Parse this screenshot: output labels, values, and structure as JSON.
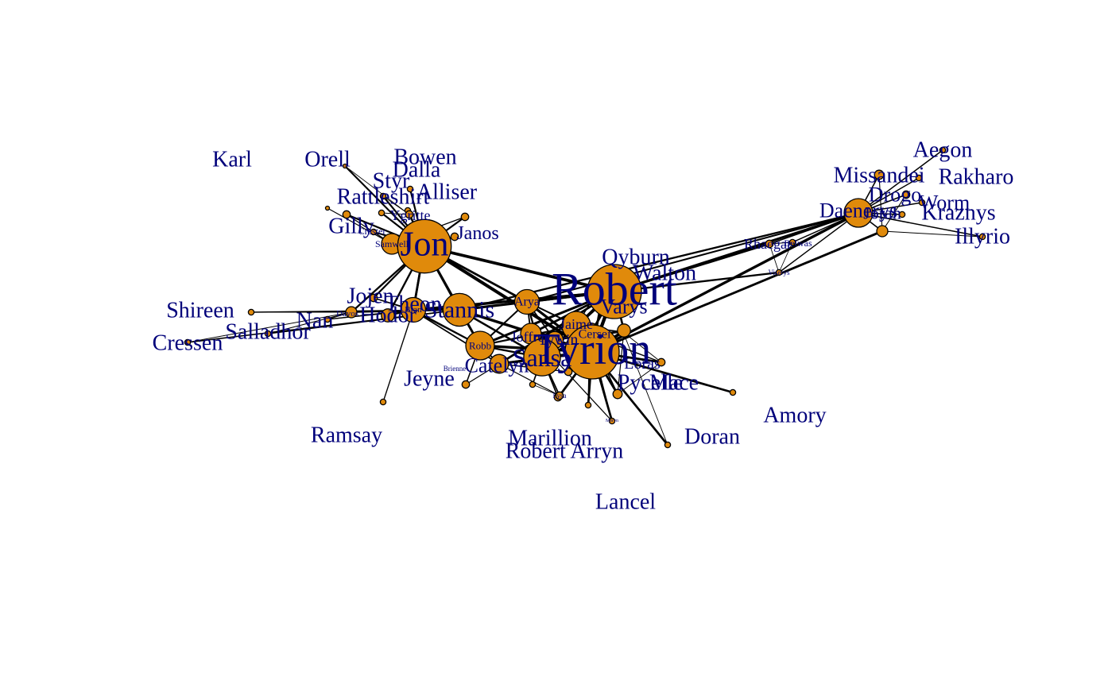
{
  "colors": {
    "node_fill": "#E08A0B",
    "node_stroke": "#000000",
    "label": "#00007A",
    "edge": "#000000",
    "background": "#FFFFFF"
  },
  "nodes": [
    {
      "id": "Tyrion",
      "label": "Tyrion",
      "degree": 36
    },
    {
      "id": "Robert",
      "label": "Robert",
      "degree": 30
    },
    {
      "id": "Jon",
      "label": "Jon",
      "degree": 26
    },
    {
      "id": "Daenerys",
      "label": "Daenerys",
      "degree": 14
    },
    {
      "id": "Sansa",
      "label": "Sansa",
      "degree": 18
    },
    {
      "id": "Stannis",
      "label": "Stannis",
      "degree": 16
    },
    {
      "id": "Theon",
      "label": "Theon",
      "degree": 12
    },
    {
      "id": "Jaime",
      "label": "Jaime",
      "degree": 14
    },
    {
      "id": "Robb",
      "label": "Robb",
      "degree": 14
    },
    {
      "id": "Samwell",
      "label": "Samwell",
      "degree": 10
    },
    {
      "id": "Cersei",
      "label": "Cersei",
      "degree": 12
    },
    {
      "id": "Arya",
      "label": "Arya",
      "degree": 12
    },
    {
      "id": "Bran",
      "label": "Bran",
      "degree": 10
    },
    {
      "id": "Joffrey",
      "label": "Joffrey",
      "degree": 10
    },
    {
      "id": "Catelyn",
      "label": "Catelyn",
      "degree": 9
    },
    {
      "id": "Tywin",
      "label": "Tywin",
      "degree": 8
    },
    {
      "id": "Hodor",
      "label": "Hodor",
      "degree": 6
    },
    {
      "id": "Varys",
      "label": "Varys",
      "degree": 6
    },
    {
      "id": "Qyburn",
      "label": "Qyburn",
      "degree": 4
    },
    {
      "id": "Walton",
      "label": "Walton",
      "degree": 3
    },
    {
      "id": "Jorah",
      "label": "Jorah",
      "degree": 5
    },
    {
      "id": "Missandei",
      "label": "Missandei",
      "degree": 4
    },
    {
      "id": "Aegon",
      "label": "Aegon",
      "degree": 2
    },
    {
      "id": "Rakharo",
      "label": "Rakharo",
      "degree": 2
    },
    {
      "id": "Drogo",
      "label": "Drogo",
      "degree": 3
    },
    {
      "id": "Worm",
      "label": "Worm",
      "degree": 2
    },
    {
      "id": "Kraznys",
      "label": "Kraznys",
      "degree": 2
    },
    {
      "id": "Illyrio",
      "label": "Illyrio",
      "degree": 2
    },
    {
      "id": "Rhaegar",
      "label": "Rhaegar",
      "degree": 3
    },
    {
      "id": "Belwas",
      "label": "Belwas",
      "degree": 2
    },
    {
      "id": "Viserys",
      "label": "Viserys",
      "degree": 2
    },
    {
      "id": "Karl",
      "label": "Karl",
      "degree": 1
    },
    {
      "id": "Orell",
      "label": "Orell",
      "degree": 1
    },
    {
      "id": "Bowen",
      "label": "Bowen",
      "degree": 2
    },
    {
      "id": "Dalla",
      "label": "Dalla",
      "degree": 2
    },
    {
      "id": "Styr",
      "label": "Styr",
      "degree": 2
    },
    {
      "id": "Alliser",
      "label": "Alliser",
      "degree": 3
    },
    {
      "id": "Rattleshirt",
      "label": "Rattleshirt",
      "degree": 2
    },
    {
      "id": "Ygritte",
      "label": "Ygritte",
      "degree": 3
    },
    {
      "id": "Gilly",
      "label": "Gilly",
      "degree": 3
    },
    {
      "id": "Craster",
      "label": "Craster",
      "degree": 2
    },
    {
      "id": "Janos",
      "label": "Janos",
      "degree": 3
    },
    {
      "id": "Jojen",
      "label": "Jojen",
      "degree": 3
    },
    {
      "id": "Davos",
      "label": "Davos",
      "degree": 5
    },
    {
      "id": "Shireen",
      "label": "Shireen",
      "degree": 2
    },
    {
      "id": "Cressen",
      "label": "Cressen",
      "degree": 2
    },
    {
      "id": "Salladhor",
      "label": "Salladhor",
      "degree": 2
    },
    {
      "id": "Nan",
      "label": "Nan",
      "degree": 2
    },
    {
      "id": "Jeyne",
      "label": "Jeyne",
      "degree": 3
    },
    {
      "id": "Ramsay",
      "label": "Ramsay",
      "degree": 2
    },
    {
      "id": "Marillion",
      "label": "Marillion",
      "degree": 2
    },
    {
      "id": "RobertArryn",
      "label": "Robert Arryn",
      "degree": 3
    },
    {
      "id": "Lancel",
      "label": "Lancel",
      "degree": 2
    },
    {
      "id": "Doran",
      "label": "Doran",
      "degree": 2
    },
    {
      "id": "Amory",
      "label": "Amory",
      "degree": 2
    },
    {
      "id": "Pycelle",
      "label": "Pycelle",
      "degree": 4
    },
    {
      "id": "Mace",
      "label": "Mace",
      "degree": 3
    },
    {
      "id": "Loras",
      "label": "Loras",
      "degree": 4
    },
    {
      "id": "Lysa",
      "label": "Lysa",
      "degree": 3
    },
    {
      "id": "Meryn",
      "label": "Meryn",
      "degree": 2
    },
    {
      "id": "Brienne",
      "label": "Brienne",
      "degree": 3
    }
  ],
  "edges": [
    [
      "Tyrion",
      "Robert"
    ],
    [
      "Tyrion",
      "Sansa"
    ],
    [
      "Tyrion",
      "Jaime"
    ],
    [
      "Tyrion",
      "Cersei"
    ],
    [
      "Tyrion",
      "Joffrey"
    ],
    [
      "Tyrion",
      "Tywin"
    ],
    [
      "Tyrion",
      "Varys"
    ],
    [
      "Tyrion",
      "Robb"
    ],
    [
      "Tyrion",
      "Stannis"
    ],
    [
      "Tyrion",
      "Jon"
    ],
    [
      "Tyrion",
      "Catelyn"
    ],
    [
      "Tyrion",
      "Arya"
    ],
    [
      "Tyrion",
      "Pycelle"
    ],
    [
      "Tyrion",
      "Mace"
    ],
    [
      "Tyrion",
      "Loras"
    ],
    [
      "Tyrion",
      "Lancel"
    ],
    [
      "Tyrion",
      "Doran"
    ],
    [
      "Tyrion",
      "Amory"
    ],
    [
      "Tyrion",
      "Daenerys"
    ],
    [
      "Tyrion",
      "Jorah"
    ],
    [
      "Tyrion",
      "Lysa"
    ],
    [
      "Tyrion",
      "Meryn"
    ],
    [
      "Tyrion",
      "Walton"
    ],
    [
      "Tyrion",
      "Qyburn"
    ],
    [
      "Tyrion",
      "Brienne"
    ],
    [
      "Robert",
      "Jaime"
    ],
    [
      "Robert",
      "Cersei"
    ],
    [
      "Robert",
      "Sansa"
    ],
    [
      "Robert",
      "Stannis"
    ],
    [
      "Robert",
      "Arya"
    ],
    [
      "Robert",
      "Daenerys"
    ],
    [
      "Robert",
      "Jon"
    ],
    [
      "Robert",
      "Robb"
    ],
    [
      "Robert",
      "Catelyn"
    ],
    [
      "Robert",
      "Varys"
    ],
    [
      "Robert",
      "Qyburn"
    ],
    [
      "Robert",
      "Walton"
    ],
    [
      "Robert",
      "Rhaegar"
    ],
    [
      "Robert",
      "Viserys"
    ],
    [
      "Robert",
      "Theon"
    ],
    [
      "Robert",
      "Bran"
    ],
    [
      "Robert",
      "Joffrey"
    ],
    [
      "Jon",
      "Samwell"
    ],
    [
      "Jon",
      "Ygritte"
    ],
    [
      "Jon",
      "Alliser"
    ],
    [
      "Jon",
      "Janos"
    ],
    [
      "Jon",
      "Gilly"
    ],
    [
      "Jon",
      "Craster"
    ],
    [
      "Jon",
      "Rattleshirt"
    ],
    [
      "Jon",
      "Styr"
    ],
    [
      "Jon",
      "Dalla"
    ],
    [
      "Jon",
      "Bowen"
    ],
    [
      "Jon",
      "Orell"
    ],
    [
      "Jon",
      "Stannis"
    ],
    [
      "Jon",
      "Bran"
    ],
    [
      "Jon",
      "Theon"
    ],
    [
      "Jon",
      "Robb"
    ],
    [
      "Jon",
      "Arya"
    ],
    [
      "Jon",
      "Davos"
    ],
    [
      "Jon",
      "Jojen"
    ],
    [
      "Jon",
      "Hodor"
    ],
    [
      "Samwell",
      "Gilly"
    ],
    [
      "Samwell",
      "Craster"
    ],
    [
      "Samwell",
      "Karl"
    ],
    [
      "Samwell",
      "Alliser"
    ],
    [
      "Ygritte",
      "Orell"
    ],
    [
      "Ygritte",
      "Styr"
    ],
    [
      "Ygritte",
      "Rattleshirt"
    ],
    [
      "Daenerys",
      "Jorah"
    ],
    [
      "Daenerys",
      "Missandei"
    ],
    [
      "Daenerys",
      "Aegon"
    ],
    [
      "Daenerys",
      "Rakharo"
    ],
    [
      "Daenerys",
      "Drogo"
    ],
    [
      "Daenerys",
      "Worm"
    ],
    [
      "Daenerys",
      "Kraznys"
    ],
    [
      "Daenerys",
      "Illyrio"
    ],
    [
      "Daenerys",
      "Rhaegar"
    ],
    [
      "Daenerys",
      "Belwas"
    ],
    [
      "Daenerys",
      "Viserys"
    ],
    [
      "Daenerys",
      "Stannis"
    ],
    [
      "Daenerys",
      "Arya"
    ],
    [
      "Jorah",
      "Illyrio"
    ],
    [
      "Jorah",
      "Missandei"
    ],
    [
      "Jorah",
      "Drogo"
    ],
    [
      "Belwas",
      "Rhaegar"
    ],
    [
      "Belwas",
      "Viserys"
    ],
    [
      "Rhaegar",
      "Viserys"
    ],
    [
      "Stannis",
      "Davos"
    ],
    [
      "Stannis",
      "Theon"
    ],
    [
      "Stannis",
      "Bran"
    ],
    [
      "Stannis",
      "Robb"
    ],
    [
      "Stannis",
      "Sansa"
    ],
    [
      "Stannis",
      "Shireen"
    ],
    [
      "Stannis",
      "Cressen"
    ],
    [
      "Stannis",
      "Salladhor"
    ],
    [
      "Davos",
      "Shireen"
    ],
    [
      "Davos",
      "Cressen"
    ],
    [
      "Davos",
      "Salladhor"
    ],
    [
      "Davos",
      "Nan"
    ],
    [
      "Theon",
      "Bran"
    ],
    [
      "Theon",
      "Hodor"
    ],
    [
      "Theon",
      "Jojen"
    ],
    [
      "Theon",
      "Robb"
    ],
    [
      "Theon",
      "Ramsay"
    ],
    [
      "Theon",
      "Nan"
    ],
    [
      "Bran",
      "Hodor"
    ],
    [
      "Bran",
      "Jojen"
    ],
    [
      "Bran",
      "Robb"
    ],
    [
      "Bran",
      "Catelyn"
    ],
    [
      "Bran",
      "Nan"
    ],
    [
      "Robb",
      "Catelyn"
    ],
    [
      "Robb",
      "Sansa"
    ],
    [
      "Robb",
      "Arya"
    ],
    [
      "Robb",
      "Jeyne"
    ],
    [
      "Robb",
      "Jaime"
    ],
    [
      "Catelyn",
      "Sansa"
    ],
    [
      "Catelyn",
      "Jeyne"
    ],
    [
      "Catelyn",
      "Brienne"
    ],
    [
      "Catelyn",
      "Lysa"
    ],
    [
      "Sansa",
      "Arya"
    ],
    [
      "Sansa",
      "Joffrey"
    ],
    [
      "Sansa",
      "Cersei"
    ],
    [
      "Sansa",
      "Marillion"
    ],
    [
      "Sansa",
      "RobertArryn"
    ],
    [
      "Sansa",
      "Lysa"
    ],
    [
      "Sansa",
      "Jaime"
    ],
    [
      "Lysa",
      "RobertArryn"
    ],
    [
      "Lysa",
      "Marillion"
    ],
    [
      "Arya",
      "Jaime"
    ],
    [
      "Arya",
      "Joffrey"
    ],
    [
      "Arya",
      "Tywin"
    ],
    [
      "Jaime",
      "Cersei"
    ],
    [
      "Jaime",
      "Tywin"
    ],
    [
      "Jaime",
      "Brienne"
    ],
    [
      "Jaime",
      "Qyburn"
    ],
    [
      "Jaime",
      "Walton"
    ],
    [
      "Jaime",
      "Loras"
    ],
    [
      "Cersei",
      "Joffrey"
    ],
    [
      "Cersei",
      "Tywin"
    ],
    [
      "Cersei",
      "Varys"
    ],
    [
      "Cersei",
      "Pycelle"
    ],
    [
      "Cersei",
      "Mace"
    ],
    [
      "Cersei",
      "Loras"
    ],
    [
      "Cersei",
      "Lancel"
    ],
    [
      "Cersei",
      "Meryn"
    ],
    [
      "Joffrey",
      "Tywin"
    ],
    [
      "Joffrey",
      "Meryn"
    ],
    [
      "Joffrey",
      "Amory"
    ],
    [
      "Loras",
      "Mace"
    ],
    [
      "Loras",
      "Doran"
    ],
    [
      "Pycelle",
      "Mace"
    ],
    [
      "Varys",
      "Pycelle"
    ]
  ]
}
